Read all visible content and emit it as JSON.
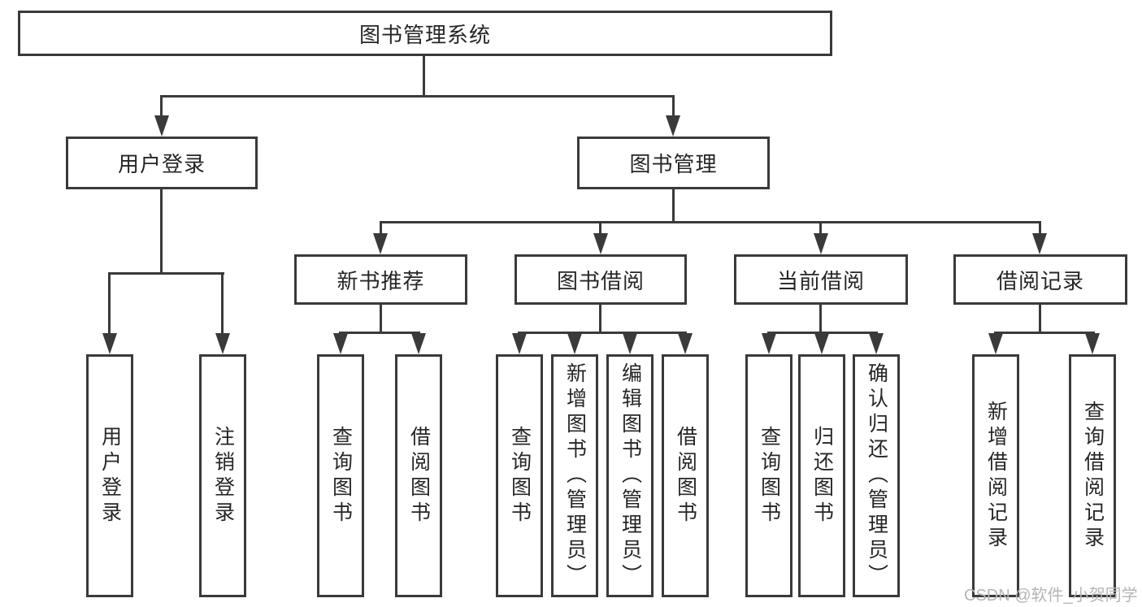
{
  "tree": {
    "root": "图书管理系统",
    "children": [
      {
        "label": "用户登录",
        "children": [
          "用户登录",
          "注销登录"
        ]
      },
      {
        "label": "图书管理",
        "children": [
          {
            "label": "新书推荐",
            "children": [
              "查询图书",
              "借阅图书"
            ]
          },
          {
            "label": "图书借阅",
            "children": [
              "查询图书",
              "新增图书（管理员）",
              "编辑图书（管理员）",
              "借阅图书"
            ]
          },
          {
            "label": "当前借阅",
            "children": [
              "查询图书",
              "归还图书",
              "确认归还（管理员）"
            ]
          },
          {
            "label": "借阅记录",
            "children": [
              "新增借阅记录",
              "查询借阅记录"
            ]
          }
        ]
      }
    ]
  },
  "watermark": {
    "text": "CSDN @软件_小贺同学"
  },
  "colors": {
    "line": "#3a3a3a",
    "text": "#262626",
    "background": "#ffffff",
    "watermark": "#b5b5b5"
  }
}
